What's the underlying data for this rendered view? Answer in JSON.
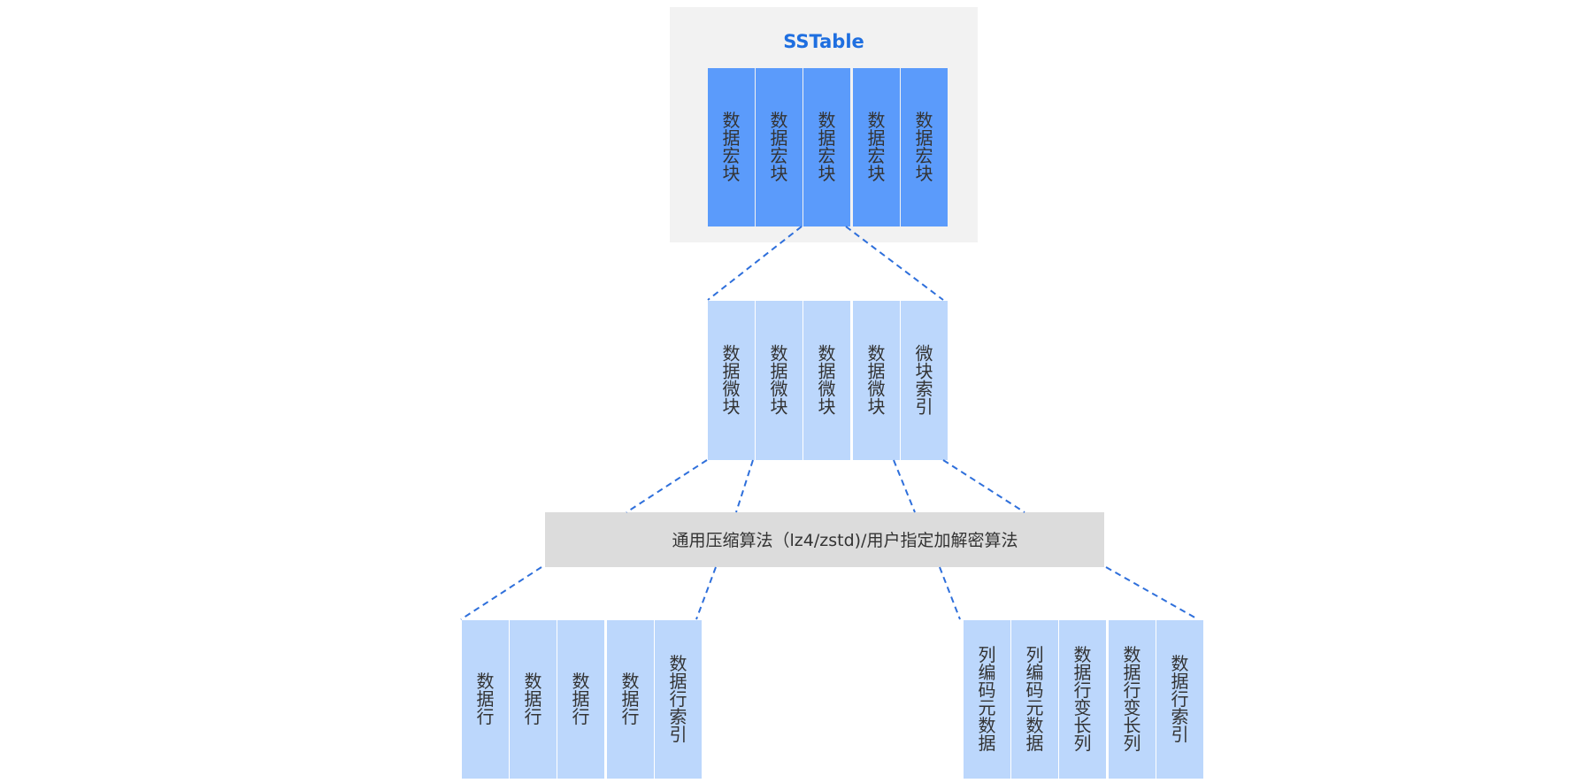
{
  "colors": {
    "container_bg": "#f2f2f2",
    "macro_block": "#5b9bfb",
    "light_block": "#bcd7fc",
    "bar_bg": "#dcdcdc",
    "title": "#1f6fe0",
    "connector": "#2e6fdb",
    "text": "#333333"
  },
  "sstable": {
    "title": "SSTable",
    "blocks": [
      "数据宏块",
      "数据宏块",
      "数据宏块",
      "数据宏块",
      "数据宏块"
    ]
  },
  "micro": {
    "blocks": [
      "数据微块",
      "数据微块",
      "数据微块",
      "数据微块",
      "微块索引"
    ]
  },
  "compression": {
    "label": "通用压缩算法（lz4/zstd)/用户指定加解密算法"
  },
  "row_store": {
    "blocks": [
      "数据行",
      "数据行",
      "数据行",
      "数据行",
      "数据行索引"
    ]
  },
  "column_store": {
    "blocks": [
      "列编码元数据",
      "列编码元数据",
      "数据行变长列",
      "数据行变长列",
      "数据行索引"
    ]
  }
}
